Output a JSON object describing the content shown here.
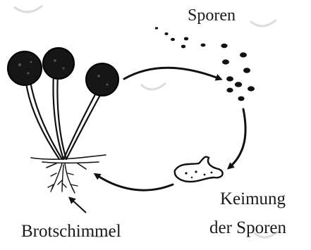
{
  "labels": {
    "spores": "Sporen",
    "germination_line1": "Keimung",
    "germination_line2": "der Sporen",
    "bread_mold": "Brotschimmel"
  },
  "colors": {
    "ink": "#111111",
    "background": "#ffffff",
    "watermark": "#d8d8d8"
  }
}
